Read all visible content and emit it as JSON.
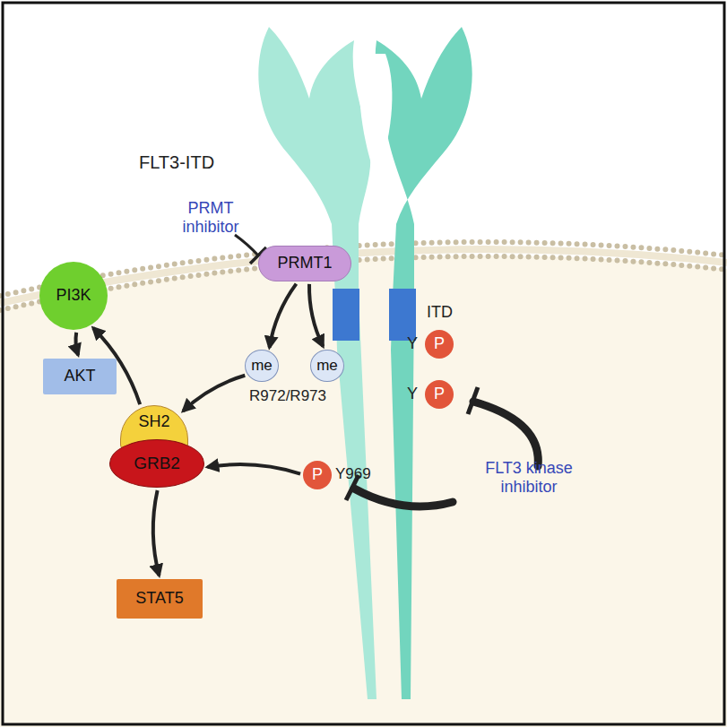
{
  "diagram": {
    "nodes": [
      {
        "text": [
          "PI3K"
        ]
      },
      {
        "text": [
          "PRMT1"
        ]
      },
      {
        "text": [
          "AKT"
        ]
      },
      {
        "text": [
          "SH2"
        ]
      },
      {
        "text": [
          "GRB2"
        ]
      },
      {
        "text": [
          "me"
        ]
      },
      {
        "text": [
          "me"
        ]
      },
      {
        "text": [
          "P"
        ]
      },
      {
        "text": [
          "STAT5"
        ]
      },
      {
        "text": [
          "P"
        ]
      },
      {
        "text": [
          "P"
        ]
      }
    ],
    "edges": [
      {
        "from": 1,
        "to": 5,
        "arrow": "to"
      },
      {
        "from": 1,
        "to": 6,
        "arrow": "to"
      },
      {
        "from": 5,
        "to": 3,
        "arrow": "to"
      },
      {
        "from": 7,
        "to": 4,
        "arrow": "to"
      },
      {
        "from": 3,
        "to": 0,
        "arrow": "to"
      },
      {
        "from": 0,
        "to": 2,
        "arrow": "to"
      },
      {
        "from": 4,
        "to": 8,
        "arrow": "to"
      }
    ],
    "labels": [
      "FLT3-ITD",
      "ITD",
      "PRMT inhibitor",
      "R972/R973",
      "Y",
      "Y",
      "Y969",
      "FLT3 kinase inhibitor"
    ]
  }
}
